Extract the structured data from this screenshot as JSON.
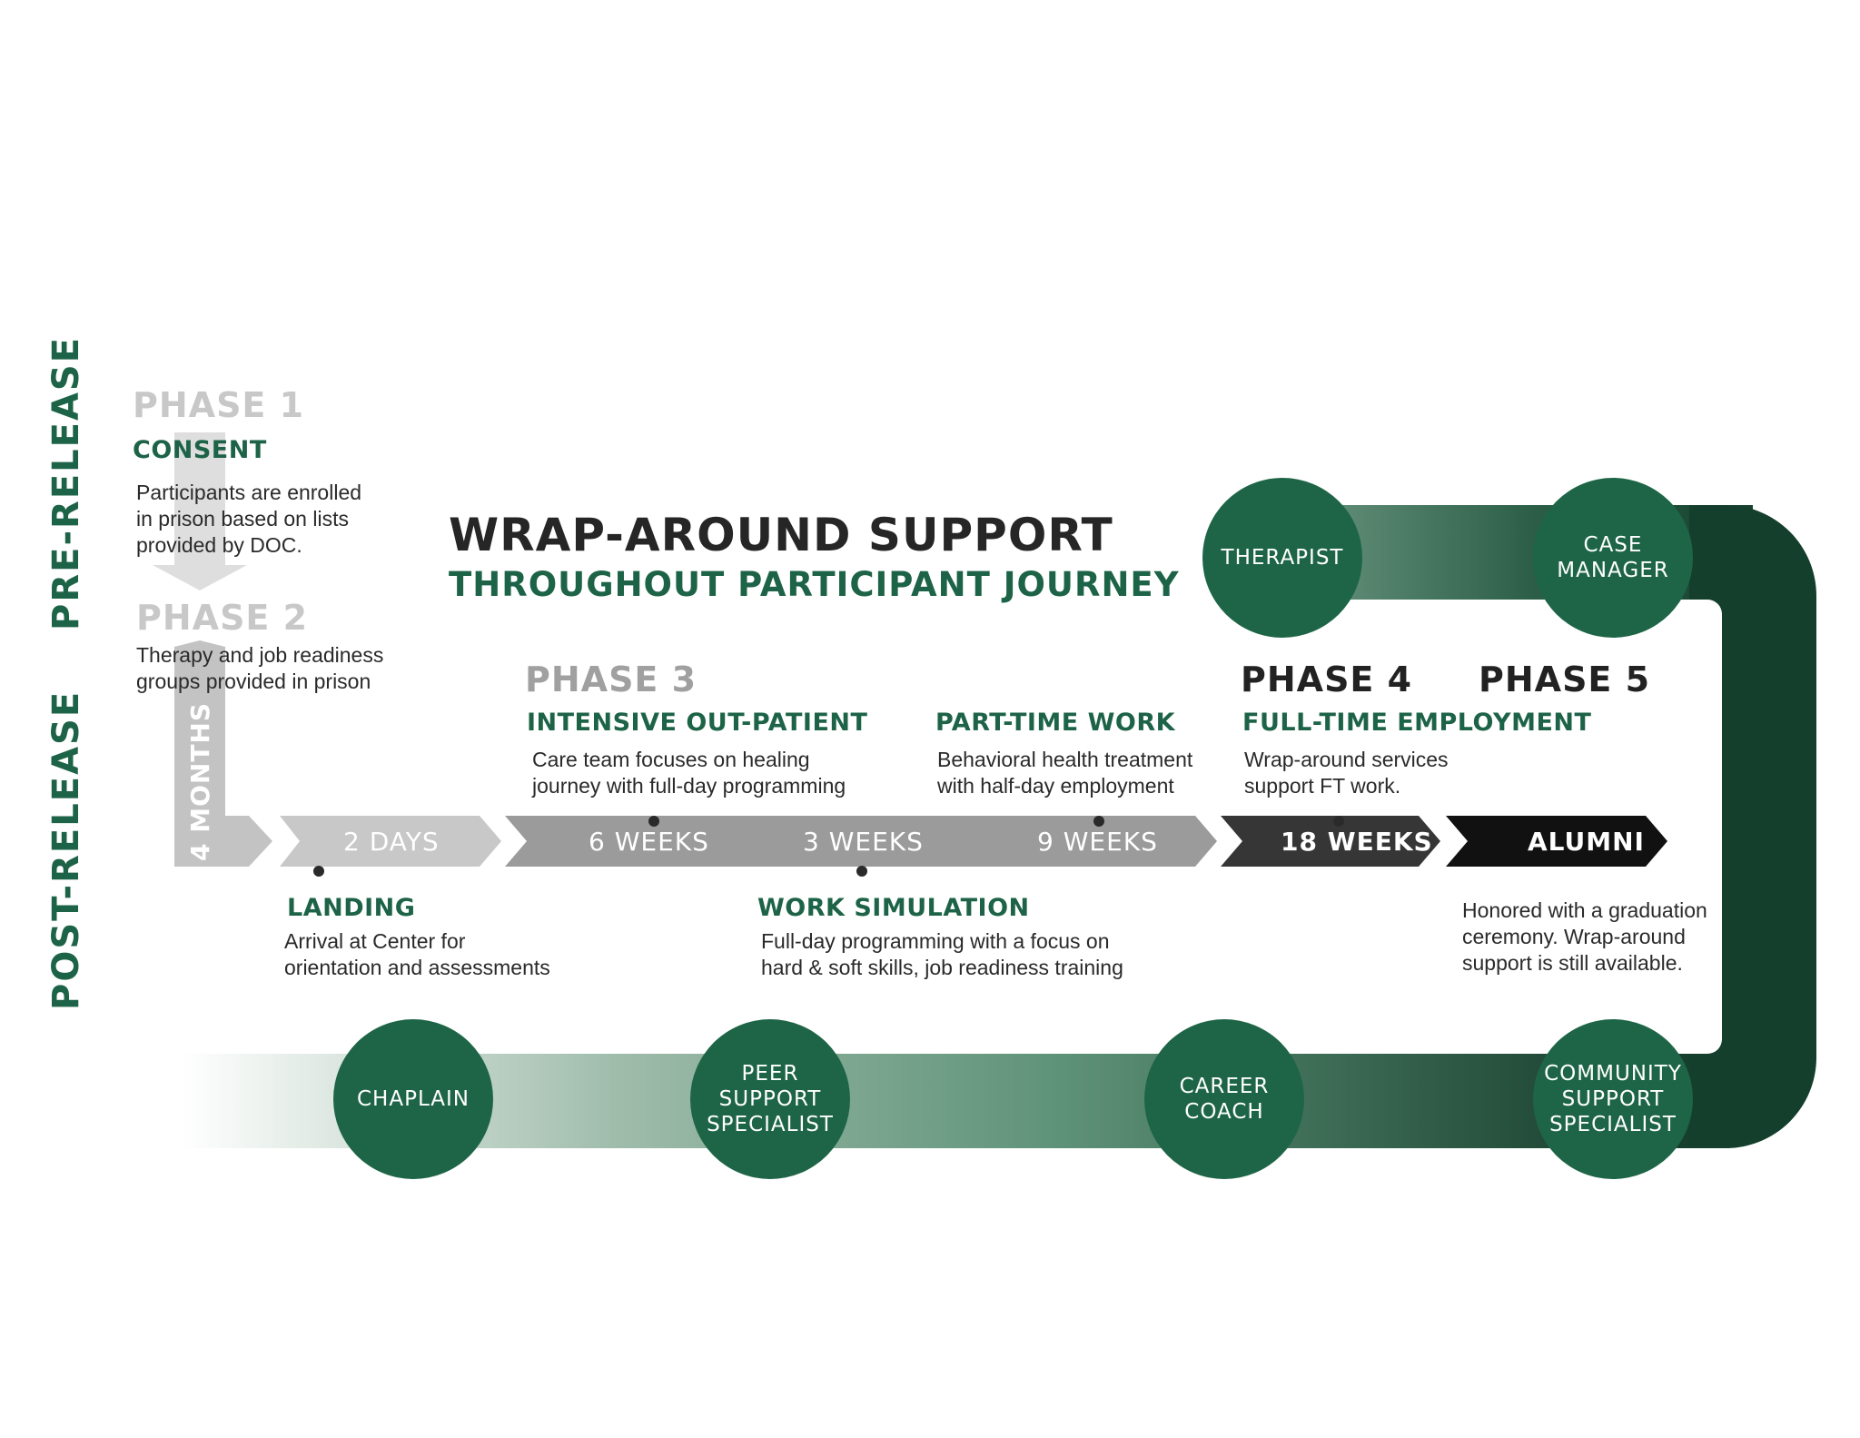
{
  "side_labels": {
    "pre": "PRE-RELEASE",
    "post": "POST-RELEASE"
  },
  "title": {
    "line1": "WRAP-AROUND SUPPORT",
    "line2": "THROUGHOUT PARTICIPANT JOURNEY"
  },
  "phase1": {
    "label": "PHASE 1",
    "name": "CONSENT",
    "desc": "Participants are enrolled\nin prison based on lists\nprovided by DOC."
  },
  "phase2": {
    "label": "PHASE 2",
    "desc": "Therapy and job readiness\ngroups provided in prison",
    "duration": "4 MONTHS"
  },
  "phase3": {
    "label": "PHASE 3",
    "name": "INTENSIVE OUT-PATIENT",
    "desc": "Care team focuses on healing\njourney with full-day programming"
  },
  "part_time": {
    "name": "PART-TIME WORK",
    "desc": "Behavioral health treatment\nwith half-day employment"
  },
  "phase4": {
    "label": "PHASE 4",
    "name": "FULL-TIME EMPLOYMENT",
    "desc": "Wrap-around services\nsupport FT work."
  },
  "phase5": {
    "label": "PHASE 5"
  },
  "landing": {
    "name": "LANDING",
    "desc": "Arrival at Center for\norientation and assessments"
  },
  "work_sim": {
    "name": "WORK SIMULATION",
    "desc": "Full-day programming with a focus on\nhard & soft skills, job readiness training"
  },
  "alumni_desc": "Honored with a graduation\nceremony. Wrap-around\nsupport is still available.",
  "timeline": [
    "2 DAYS",
    "6 WEEKS",
    "3 WEEKS",
    "9 WEEKS",
    "18 WEEKS",
    "ALUMNI"
  ],
  "roles": {
    "therapist": "THERAPIST",
    "case_manager": "CASE\nMANAGER",
    "chaplain": "CHAPLAIN",
    "peer": "PEER\nSUPPORT\nSPECIALIST",
    "career": "CAREER\nCOACH",
    "community": "COMMUNITY\nSUPPORT\nSPECIALIST"
  },
  "colors": {
    "green": "#1e6547",
    "dark_green": "#133f2c",
    "gray_light": "#c8c8c8",
    "gray_mid": "#999999",
    "dark": "#333333",
    "black": "#111111"
  }
}
